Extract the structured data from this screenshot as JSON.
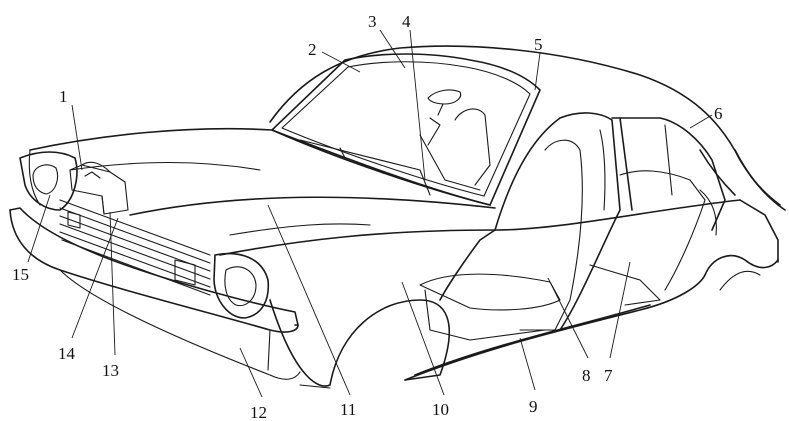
{
  "diagram": {
    "type": "car body parts callout drawing",
    "callouts": [
      {
        "id": "1",
        "label": "1"
      },
      {
        "id": "2",
        "label": "2"
      },
      {
        "id": "3",
        "label": "3"
      },
      {
        "id": "4",
        "label": "4"
      },
      {
        "id": "5",
        "label": "5"
      },
      {
        "id": "6",
        "label": "6"
      },
      {
        "id": "7",
        "label": "7"
      },
      {
        "id": "8",
        "label": "8"
      },
      {
        "id": "9",
        "label": "9"
      },
      {
        "id": "10",
        "label": "10"
      },
      {
        "id": "11",
        "label": "11"
      },
      {
        "id": "12",
        "label": "12"
      },
      {
        "id": "13",
        "label": "13"
      },
      {
        "id": "14",
        "label": "14"
      },
      {
        "id": "15",
        "label": "15"
      }
    ]
  }
}
